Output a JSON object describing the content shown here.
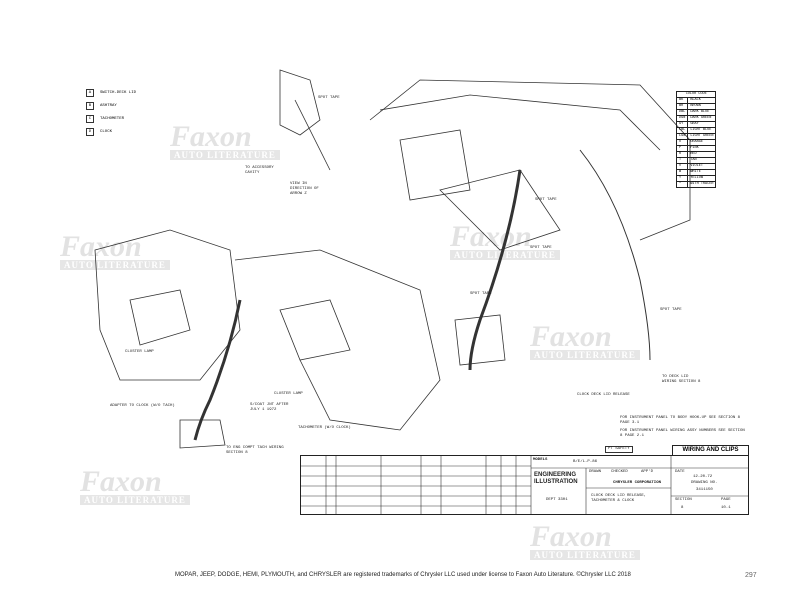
{
  "legend": [
    {
      "key": "A",
      "label": "SWITCH-DECK LID"
    },
    {
      "key": "B",
      "label": "ASHTRAY"
    },
    {
      "key": "C",
      "label": "TACHOMETER"
    },
    {
      "key": "D",
      "label": "CLOCK"
    }
  ],
  "color_code": {
    "title": "COLOR CODE",
    "rows": [
      [
        "BK",
        "BLACK"
      ],
      [
        "BR",
        "BROWN"
      ],
      [
        "DBL",
        "DARK BLUE"
      ],
      [
        "DGN",
        "DARK GREEN"
      ],
      [
        "GY",
        "GRAY"
      ],
      [
        "LBL",
        "LIGHT BLUE"
      ],
      [
        "LGN",
        "LIGHT GREEN"
      ],
      [
        "O",
        "ORANGE"
      ],
      [
        "P",
        "PINK"
      ],
      [
        "R",
        "RED"
      ],
      [
        "T",
        "TAN"
      ],
      [
        "V",
        "VIOLET"
      ],
      [
        "W",
        "WHITE"
      ],
      [
        "Y",
        "YELLOW"
      ],
      [
        "*",
        "WITH TRACER"
      ]
    ]
  },
  "callouts": {
    "spot_tape": "SPOT TAPE",
    "view": "VIEW IN DIRECTION OF ARROW Z",
    "accessory": "TO ACCESSORY CAVITY",
    "cluster_lamp": "CLUSTER LAMP",
    "cluster_lamp2": "CLUSTER LAMP",
    "adapter": "ADAPTER TO CLOCK (W/O TACH)",
    "tach": "TACHOMETER (W/O CLOCK)",
    "deck_release": "CLOCK DECK LID RELEASE",
    "deck_wiring": "TO DECK LID WIRING SECTION 8",
    "eng_compt": "TO ENG COMPT TACH WIRING SECTION 8",
    "coat": "S/COAT JNT AFTER JULY 1 1972",
    "note1": "FOR INSTRUMENT PANEL TO BODY HOOK-UP SEE SECTION 8 PAGE 3.1",
    "note2": "FOR INSTRUMENT PANEL WIRING ASSY NUMBERS SEE SECTION 8 PAGE 2.1",
    "safety": "PT SAFETY"
  },
  "title_block": {
    "title": "WIRING AND CLIPS",
    "models_label": "MODELS",
    "models": "B/E/L-P-86",
    "eng": "ENGINEERING ILLUSTRATION",
    "dept": "DEPT 3301",
    "drawn": "DRAWN",
    "checked": "CHECKED",
    "appd": "APP'D",
    "date_label": "DATE",
    "date": "12-20-72",
    "number_label": "DRAWING NO.",
    "number": "3411150",
    "desc": "CLOCK DECK LID RELEASE, TACHOMETER & CLOCK",
    "brand": "CHRYSLER CORPORATION",
    "section_label": "SECTION",
    "section": "8",
    "page_label": "PAGE",
    "page": "10.1"
  },
  "watermark": {
    "brand": "Faxon",
    "sub": "AUTO LITERATURE"
  },
  "footer": "MOPAR, JEEP, DODGE, HEMI, PLYMOUTH, and CHRYSLER are registered trademarks of Chrysler LLC used under license to Faxon Auto Literature. ©Chrysler LLC 2018",
  "page_number": "297"
}
